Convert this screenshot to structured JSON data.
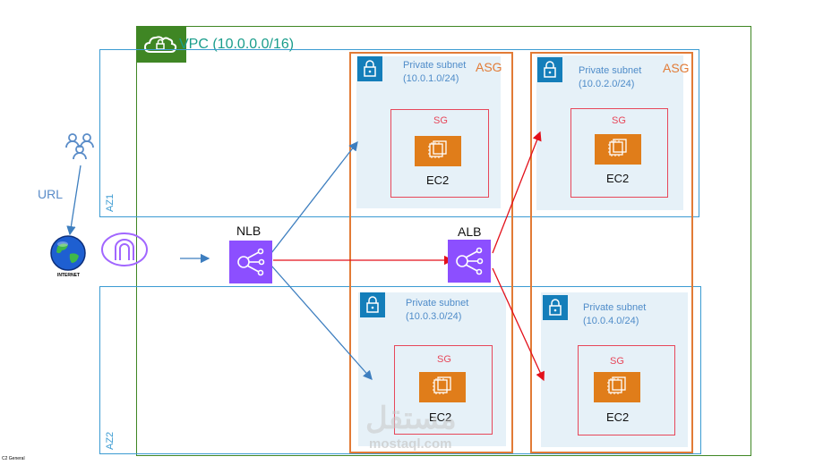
{
  "vpc": {
    "label": "VPC (10.0.0.0/16)",
    "color": "#3f8624"
  },
  "azs": [
    {
      "label": "AZ1"
    },
    {
      "label": "AZ2"
    }
  ],
  "asgs": [
    {
      "label": "ASG"
    },
    {
      "label": "ASG"
    }
  ],
  "subnets": [
    {
      "title": "Private subnet",
      "cidr": "(10.0.1.0/24)",
      "sg": "SG",
      "instance": "EC2"
    },
    {
      "title": "Private subnet",
      "cidr": "(10.0.2.0/24)",
      "sg": "SG",
      "instance": "EC2"
    },
    {
      "title": "Private subnet",
      "cidr": "(10.0.3.0/24)",
      "sg": "SG",
      "instance": "EC2"
    },
    {
      "title": "Private subnet",
      "cidr": "(10.0.4.0/24)",
      "sg": "SG",
      "instance": "EC2"
    }
  ],
  "nlb": {
    "label": "NLB"
  },
  "alb": {
    "label": "ALB"
  },
  "client": {
    "url_label": "URL",
    "internet_label": "INTERNET",
    "icon": "users-icon"
  },
  "footer": {
    "classification": "C2 General"
  },
  "watermark": {
    "text": "مستقل",
    "domain": "mostaql.com"
  },
  "colors": {
    "az": "#3b9bd2",
    "asg": "#e27b36",
    "sg": "#e7475a",
    "subnet_bg": "#e6f1f8",
    "ec2": "#e07d1a",
    "lb": "#8c4fff",
    "arrow_blue": "#3d7ebf",
    "arrow_red": "#e3101a"
  }
}
